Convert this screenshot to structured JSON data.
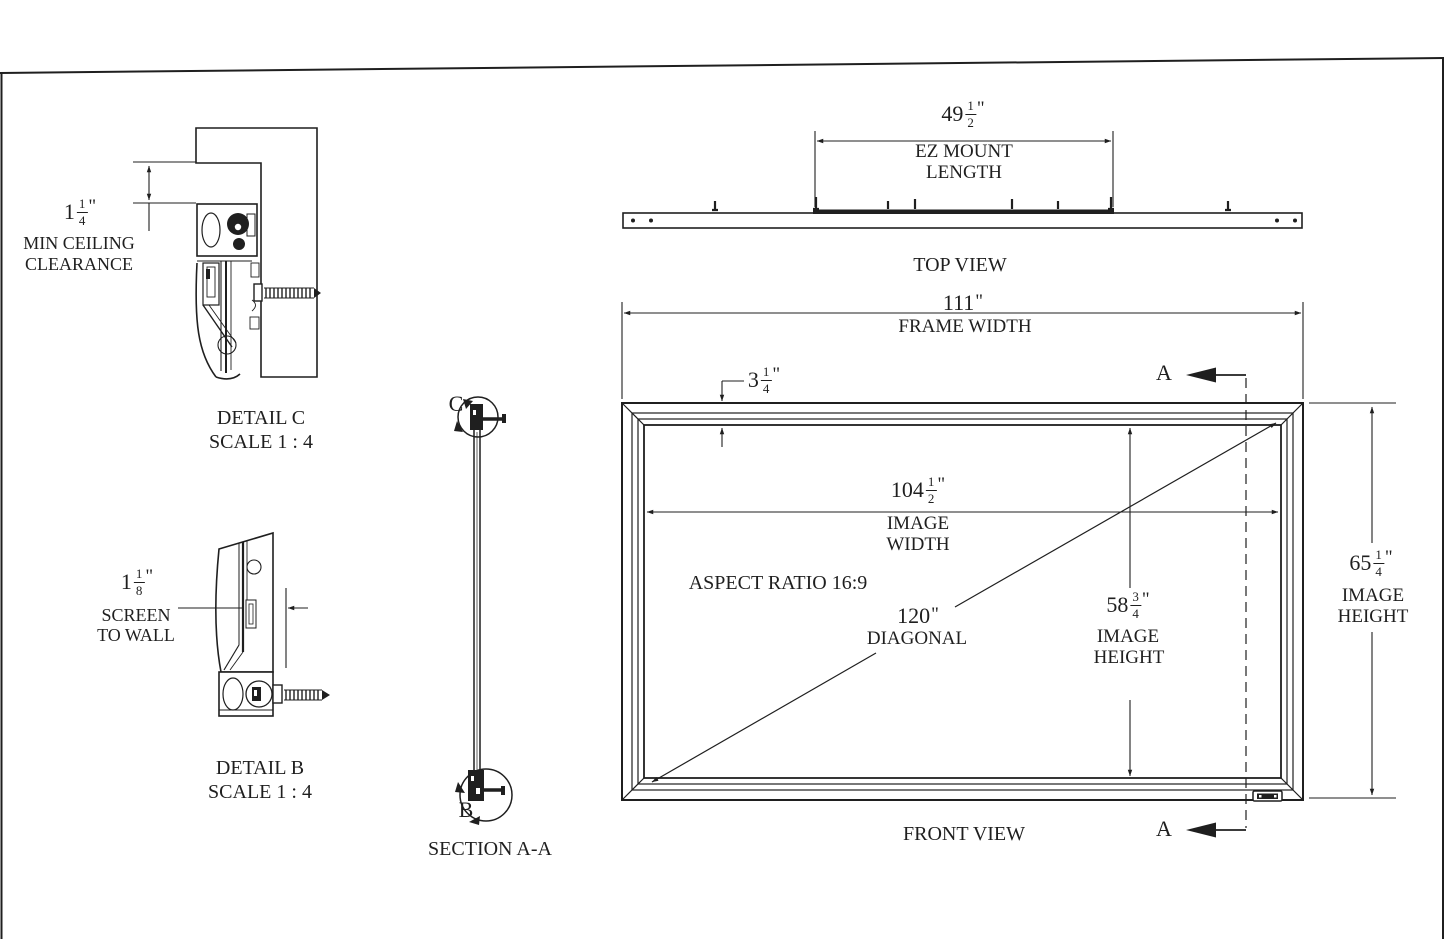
{
  "details": {
    "detail_c": {
      "dim": {
        "whole": "1",
        "num": "1",
        "den": "4",
        "unit": "\""
      },
      "label_line1": "MIN CEILING",
      "label_line2": "CLEARANCE",
      "caption": "DETAIL C",
      "scale": "SCALE 1 : 4"
    },
    "detail_b": {
      "dim": {
        "whole": "1",
        "num": "1",
        "den": "8",
        "unit": "\""
      },
      "label_line1": "SCREEN",
      "label_line2": "TO WALL",
      "caption": "DETAIL B",
      "scale": "SCALE 1 : 4"
    },
    "section_aa": {
      "caption": "SECTION A-A",
      "callout_top": "C",
      "callout_bottom": "B"
    }
  },
  "top_view": {
    "caption": "TOP VIEW",
    "ez_mount": {
      "whole": "49",
      "num": "1",
      "den": "2",
      "unit": "\"",
      "label_line1": "EZ MOUNT",
      "label_line2": "LENGTH"
    }
  },
  "front_view": {
    "caption": "FRONT VIEW",
    "section_label": "A",
    "frame_width": {
      "value": "111",
      "unit": "\"",
      "label": "FRAME WIDTH"
    },
    "border_width": {
      "whole": "3",
      "num": "1",
      "den": "4",
      "unit": "\""
    },
    "image_width": {
      "whole": "104",
      "num": "1",
      "den": "2",
      "unit": "\"",
      "label_line1": "IMAGE",
      "label_line2": "WIDTH"
    },
    "aspect_ratio": "ASPECT RATIO 16:9",
    "diagonal": {
      "value": "120",
      "unit": "\"",
      "label": "DIAGONAL"
    },
    "image_height": {
      "whole": "58",
      "num": "3",
      "den": "4",
      "unit": "\"",
      "label_line1": "IMAGE",
      "label_line2": "HEIGHT"
    },
    "frame_height": {
      "whole": "65",
      "num": "1",
      "den": "4",
      "unit": "\"",
      "label_line1": "IMAGE",
      "label_line2": "HEIGHT"
    }
  },
  "colors": {
    "ink": "#1f1f1f",
    "paper": "#ffffff"
  }
}
